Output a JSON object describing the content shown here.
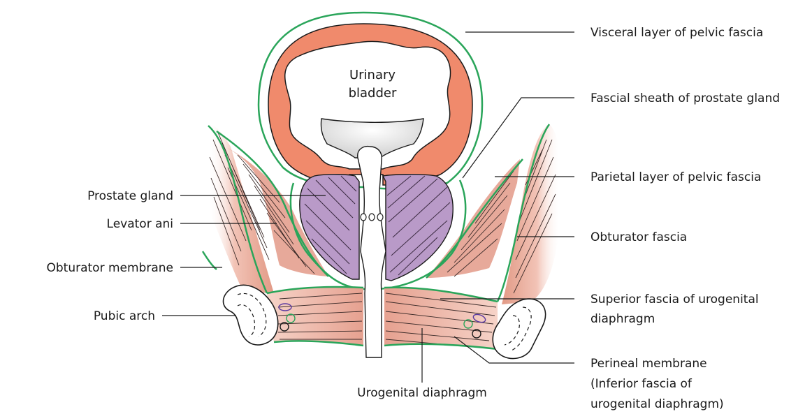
{
  "labels": {
    "urinary_bladder_line1": "Urinary",
    "urinary_bladder_line2": "bladder",
    "visceral_layer": "Visceral layer of pelvic fascia",
    "fascial_sheath": "Fascial sheath of prostate gland",
    "parietal_layer": "Parietal layer of pelvic fascia",
    "obturator_fascia": "Obturator fascia",
    "superior_fascia_line1": "Superior fascia of urogenital",
    "superior_fascia_line2": "diaphragm",
    "perineal_membrane_line1": "Perineal membrane",
    "perineal_membrane_line2": "(Inferior fascia of",
    "perineal_membrane_line3": "urogenital diaphragm)",
    "prostate_gland": "Prostate gland",
    "levator_ani": "Levator ani",
    "obturator_membrane": "Obturator membrane",
    "pubic_arch": "Pubic arch",
    "urogenital_diaphragm": "Urogenital diaphragm"
  },
  "colors": {
    "bladder_wall": "#f08a6c",
    "fascia_line": "#2aa55a",
    "prostate": "#b99ac8",
    "muscle": "#e7a99a",
    "urethra_lumen": "#dcdcdc"
  }
}
